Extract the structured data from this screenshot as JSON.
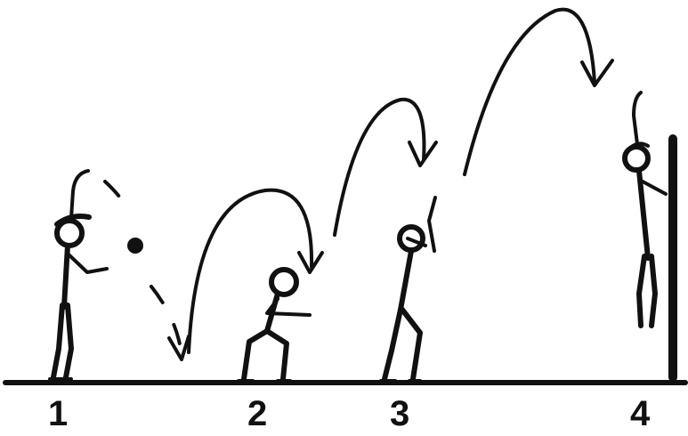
{
  "diagram": {
    "colors": {
      "ink": "#111111",
      "background": "#ffffff"
    },
    "steps": [
      {
        "label": "1"
      },
      {
        "label": "2"
      },
      {
        "label": "3"
      },
      {
        "label": "4"
      }
    ]
  }
}
